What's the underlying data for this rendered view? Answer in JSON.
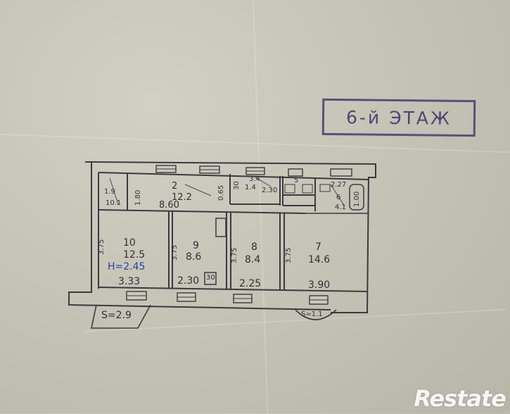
{
  "stamp": {
    "text": "6-й ЭТАЖ"
  },
  "watermark": {
    "text": "Restate"
  },
  "rooms": {
    "r1": {
      "number": "1.9",
      "area": "10.1"
    },
    "r2": {
      "number": "2",
      "area": "12.2",
      "width": "8.60"
    },
    "r3": {
      "number": "3.4",
      "area": "1.4"
    },
    "r5": {
      "number": "5"
    },
    "r6": {
      "number": "6",
      "area": "4.1"
    },
    "r7": {
      "number": "7",
      "area": "14.6",
      "width": "3.90",
      "height": "3.75"
    },
    "r8": {
      "number": "8",
      "area": "8.4",
      "width": "2.25",
      "height": "3.75"
    },
    "r9": {
      "number": "9",
      "area": "8.6",
      "width": "2.30",
      "height": "3.75"
    },
    "r10": {
      "number": "10",
      "area": "12.5",
      "width": "3.33",
      "height": "3.75",
      "ceiling": "H=2.45"
    }
  },
  "dims": {
    "d180": "1.80",
    "d065": "0.65",
    "d230": "2.30",
    "d227": "2.27",
    "d100": "1.00",
    "d30": "30"
  },
  "balconies": {
    "left": "S=2.9",
    "right": "S=1.1"
  }
}
